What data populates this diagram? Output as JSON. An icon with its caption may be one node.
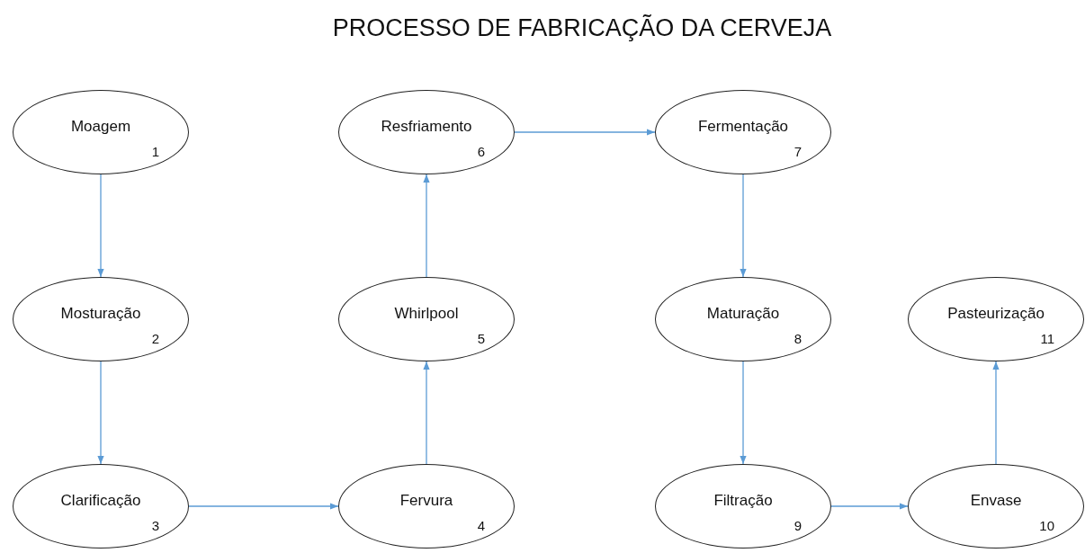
{
  "diagram": {
    "title": "PROCESSO DE FABRICAÇÃO DA CERVEJA",
    "nodes": [
      {
        "text": [
          "Moagem",
          "1"
        ]
      },
      {
        "text": [
          "Mosturação",
          "2"
        ]
      },
      {
        "text": [
          "Clarificação",
          "3"
        ]
      },
      {
        "text": [
          "Fervura",
          "4"
        ]
      },
      {
        "text": [
          "Whirlpool",
          "5"
        ]
      },
      {
        "text": [
          "Resfriamento",
          "6"
        ]
      },
      {
        "text": [
          "Fermentação",
          "7"
        ]
      },
      {
        "text": [
          "Maturação",
          "8"
        ]
      },
      {
        "text": [
          "Filtração",
          "9"
        ]
      },
      {
        "text": [
          "Envase",
          "10"
        ]
      },
      {
        "text": [
          "Pasteurização",
          "11"
        ]
      }
    ],
    "edges": [
      {
        "from": 0,
        "to": 1,
        "arrow": "to"
      },
      {
        "from": 1,
        "to": 2,
        "arrow": "to"
      },
      {
        "from": 2,
        "to": 3,
        "arrow": "to"
      },
      {
        "from": 3,
        "to": 4,
        "arrow": "to"
      },
      {
        "from": 4,
        "to": 5,
        "arrow": "to"
      },
      {
        "from": 5,
        "to": 6,
        "arrow": "to"
      },
      {
        "from": 6,
        "to": 7,
        "arrow": "to"
      },
      {
        "from": 7,
        "to": 8,
        "arrow": "to"
      },
      {
        "from": 8,
        "to": 9,
        "arrow": "to"
      },
      {
        "from": 9,
        "to": 10,
        "arrow": "to"
      }
    ]
  }
}
